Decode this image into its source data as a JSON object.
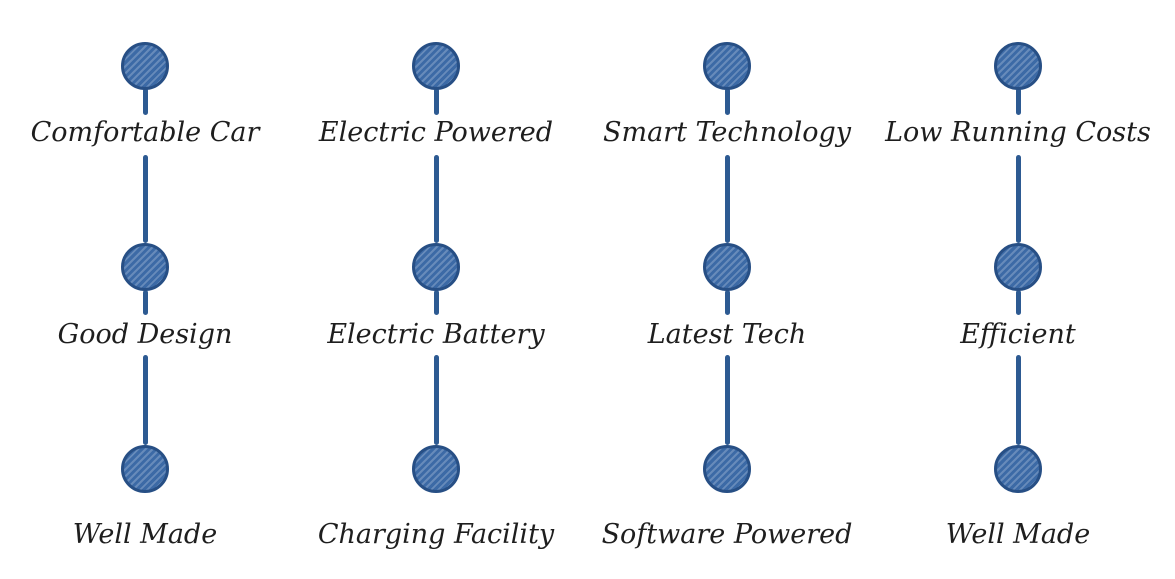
{
  "colors": {
    "node_fill": "#3c6aa6",
    "node_stroke": "#274f85",
    "connector": "#2d5a92",
    "text": "#1e1e1e"
  },
  "columns": [
    {
      "labels": [
        "Comfortable Car",
        "Good Design",
        "Well Made"
      ]
    },
    {
      "labels": [
        "Electric Powered",
        "Electric Battery",
        "Charging Facility"
      ]
    },
    {
      "labels": [
        "Smart Technology",
        "Latest Tech",
        "Software Powered"
      ]
    },
    {
      "labels": [
        "Low Running Costs",
        "Efficient",
        "Well Made"
      ]
    }
  ]
}
